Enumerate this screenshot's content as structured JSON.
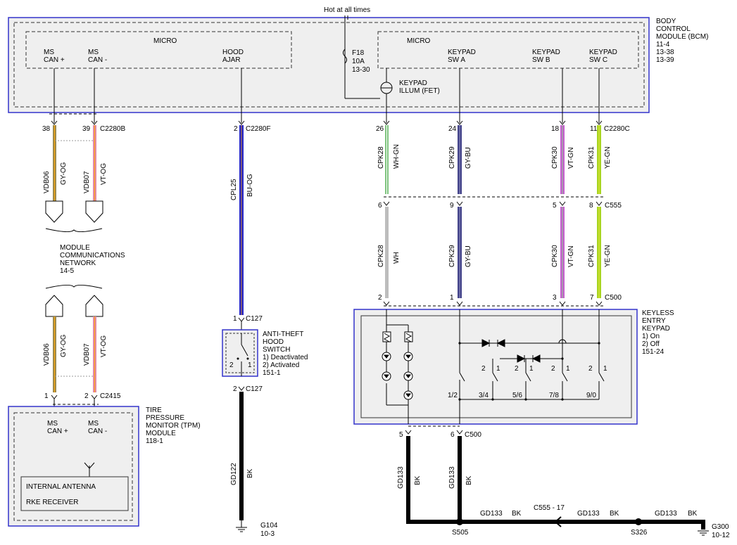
{
  "power": {
    "label": "Hot at all times"
  },
  "bcm": {
    "title_lines": [
      "BODY",
      "CONTROL",
      "MODULE (BCM)",
      "11-4",
      "13-38",
      "13-39"
    ],
    "micro_left": "MICRO",
    "micro_right": "MICRO",
    "ms_can_plus": [
      "MS",
      "CAN +"
    ],
    "ms_can_minus": [
      "MS",
      "CAN -"
    ],
    "hood_ajar": [
      "HOOD",
      "AJAR"
    ],
    "fuse": [
      "F18",
      "10A",
      "13-30"
    ],
    "keypad_illum": [
      "KEYPAD",
      "ILLUM (FET)"
    ],
    "keypad_a": [
      "KEYPAD",
      "SW A"
    ],
    "keypad_b": [
      "KEYPAD",
      "SW B"
    ],
    "keypad_c": [
      "KEYPAD",
      "SW C"
    ]
  },
  "connectors": {
    "c2280b": "C2280B",
    "c2280b_pin38": "38",
    "c2280b_pin39": "39",
    "c2280f": "C2280F",
    "c2280f_pin2": "2",
    "c2280c": "C2280C",
    "c2280c_pin26": "26",
    "c2280c_pin24": "24",
    "c2280c_pin18": "18",
    "c2280c_pin11": "11",
    "c555": "C555",
    "c555_pin6": "6",
    "c555_pin9": "9",
    "c555_pin5": "5",
    "c555_pin8": "8",
    "c500_top": "C500",
    "c500_pin2": "2",
    "c500_pin1": "1",
    "c500_pin3": "3",
    "c500_pin7": "7",
    "c127_top": "C127",
    "c127_pin1": "1",
    "c127_bottom": "C127",
    "c127_pin2": "2",
    "c2415": "C2415",
    "c2415_pin1": "1",
    "c2415_pin2": "2",
    "c500_bottom": "C500",
    "c500_pin5": "5",
    "c500_pin6": "6"
  },
  "wires": {
    "vdb06_top": [
      "VDB06",
      "GY-OG"
    ],
    "vdb07_top": [
      "VDB07",
      "VT-OG"
    ],
    "vdb06_bottom": [
      "VDB06",
      "GY-OG"
    ],
    "vdb07_bottom": [
      "VDB07",
      "VT-OG"
    ],
    "cpl25": [
      "CPL25",
      "BU-OG"
    ],
    "cpk28_upper": [
      "CPK28",
      "WH-GN"
    ],
    "cpk29_upper": [
      "CPK29",
      "GY-BU"
    ],
    "cpk30_upper": [
      "CPK30",
      "VT-GN"
    ],
    "cpk31_upper": [
      "CPK31",
      "YE-GN"
    ],
    "cpk28_lower": [
      "CPK28",
      "WH"
    ],
    "cpk29_lower": [
      "CPK29",
      "GY-BU"
    ],
    "cpk30_lower": [
      "CPK30",
      "VT-GN"
    ],
    "cpk31_lower": [
      "CPK31",
      "YE-GN"
    ],
    "gd122": [
      "GD122",
      "BK"
    ],
    "gd133_a": [
      "GD133",
      "BK"
    ],
    "gd133_b": [
      "GD133",
      "BK"
    ],
    "gd133_h1": [
      "GD133",
      "BK"
    ],
    "gd133_h2": [
      "GD133",
      "BK"
    ],
    "gd133_h3": [
      "GD133",
      "BK"
    ],
    "c555_17": "C555 - 17"
  },
  "network": {
    "lines": [
      "MODULE",
      "COMMUNICATIONS",
      "NETWORK",
      "14-5"
    ]
  },
  "tpm": {
    "title_lines": [
      "TIRE",
      "PRESSURE",
      "MONITOR (TPM)",
      "MODULE",
      "118-1"
    ],
    "ms_can_plus": [
      "MS",
      "CAN +"
    ],
    "ms_can_minus": [
      "MS",
      "CAN -"
    ],
    "antenna": "INTERNAL ANTENNA",
    "receiver": "RKE RECEIVER"
  },
  "hood_switch": {
    "title_lines": [
      "ANTI-THEFT",
      "HOOD",
      "SWITCH",
      "1) Deactivated",
      "2) Activated",
      "151-1"
    ],
    "pin2": "2",
    "pin1": "1"
  },
  "keypad": {
    "title_lines": [
      "KEYLESS",
      "ENTRY",
      "KEYPAD",
      "1) On",
      "2) Off",
      "151-24"
    ],
    "switches": [
      {
        "label": "1/2",
        "p2": "",
        "p1": ""
      },
      {
        "label": "3/4",
        "p2": "2",
        "p1": "1"
      },
      {
        "label": "5/6",
        "p2": "2",
        "p1": "1"
      },
      {
        "label": "7/8",
        "p2": "2",
        "p1": "1"
      },
      {
        "label": "9/0",
        "p2": "2",
        "p1": "1"
      }
    ]
  },
  "grounds": {
    "g104": [
      "G104",
      "10-3"
    ],
    "g300": [
      "G300",
      "10-12"
    ],
    "s505": "S505",
    "s326": "S326"
  },
  "colors": {
    "box_border": "#3333cc",
    "box_fill": "#efefef",
    "wire_black": "#000000",
    "vdb06": "#9c8a4e",
    "vdb07": "#e38aa8",
    "cpl25": "#2525c8",
    "cpk28_upper": "#7fc47f",
    "cpk28_lower": "#bdbdbd",
    "cpk29": "#44448a",
    "cpk30": "#c65fcf",
    "cpk31": "#a8d420"
  }
}
